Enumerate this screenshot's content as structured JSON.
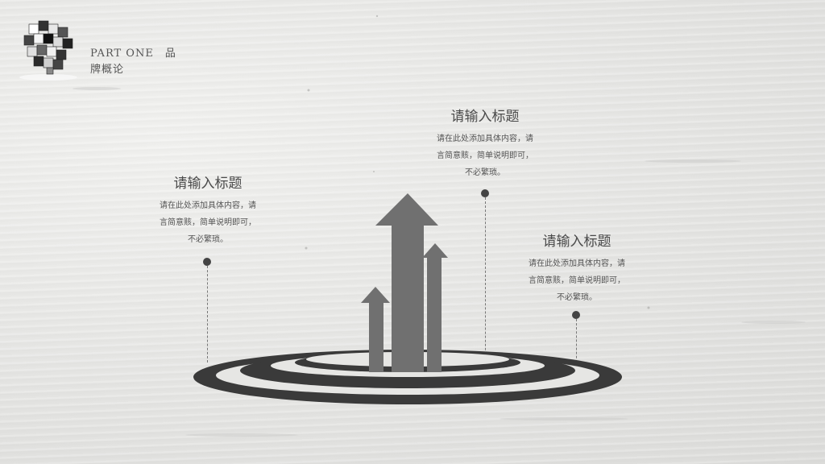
{
  "header": {
    "part_title": "PART ONE　品牌概论",
    "logo_icon": "cube-logo-icon"
  },
  "blocks": [
    {
      "title": "请输入标题",
      "lines": [
        "请在此处添加具体内容，请",
        "言简意赅，简单说明即可，",
        "不必繁琐。"
      ]
    },
    {
      "title": "请输入标题",
      "lines": [
        "请在此处添加具体内容，请",
        "言简意赅，简单说明即可，",
        "不必繁琐。"
      ]
    },
    {
      "title": "请输入标题",
      "lines": [
        "请在此处添加具体内容，请",
        "言简意赅，简单说明即可，",
        "不必繁琐。"
      ]
    }
  ],
  "graphic": {
    "arrows_icon": "growth-arrows-icon",
    "rings_icon": "concentric-rings-icon",
    "color": "#3a3a3a",
    "arrow_color": "#707070"
  }
}
